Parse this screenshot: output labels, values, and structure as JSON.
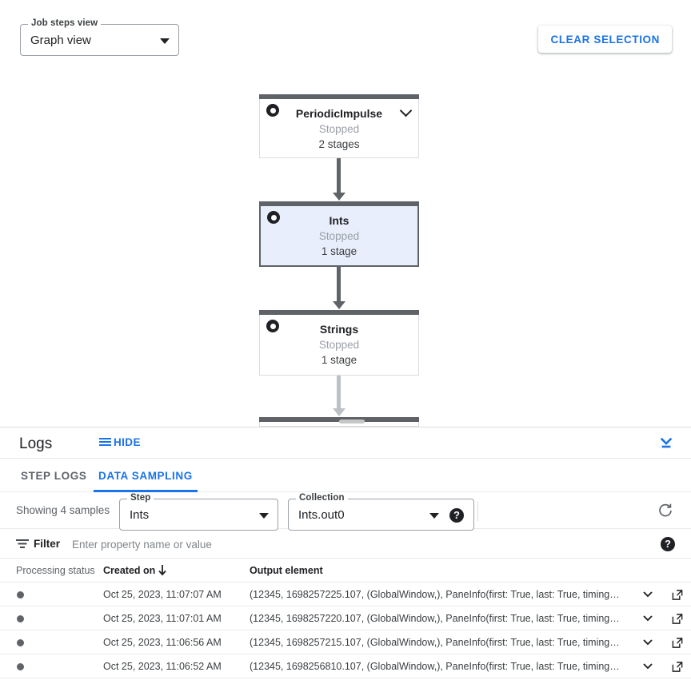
{
  "graph": {
    "job_steps_view": {
      "label": "Job steps view",
      "value": "Graph view"
    },
    "clear_selection_label": "CLEAR SELECTION",
    "nodes": [
      {
        "name": "PeriodicImpulse",
        "status": "Stopped",
        "stages": "2 stages",
        "selected": false,
        "has_chevron": true
      },
      {
        "name": "Ints",
        "status": "Stopped",
        "stages": "1 stage",
        "selected": true,
        "has_chevron": false
      },
      {
        "name": "Strings",
        "status": "Stopped",
        "stages": "1 stage",
        "selected": false,
        "has_chevron": false
      }
    ]
  },
  "logs": {
    "title": "Logs",
    "hide_label": "HIDE",
    "tabs": [
      {
        "label": "STEP LOGS",
        "active": false
      },
      {
        "label": "DATA SAMPLING",
        "active": true
      }
    ],
    "sampling": {
      "showing": "Showing 4 samples",
      "step": {
        "label": "Step",
        "value": "Ints"
      },
      "collection": {
        "label": "Collection",
        "value": "Ints.out0"
      },
      "help_glyph": "?"
    },
    "filter": {
      "label": "Filter",
      "placeholder": "Enter property name or value",
      "value": "",
      "help_glyph": "?"
    },
    "table": {
      "columns": [
        "Processing status",
        "Created on",
        "Output element"
      ],
      "sorted_column": "Created on",
      "sort_direction": "desc",
      "rows": [
        {
          "created_on": "Oct 25, 2023, 11:07:07 AM",
          "output_element": "(12345, 1698257225.107, (GlobalWindow,), PaneInfo(first: True, last: True, timing…"
        },
        {
          "created_on": "Oct 25, 2023, 11:07:01 AM",
          "output_element": "(12345, 1698257220.107, (GlobalWindow,), PaneInfo(first: True, last: True, timing…"
        },
        {
          "created_on": "Oct 25, 2023, 11:06:56 AM",
          "output_element": "(12345, 1698257215.107, (GlobalWindow,), PaneInfo(first: True, last: True, timing…"
        },
        {
          "created_on": "Oct 25, 2023, 11:06:52 AM",
          "output_element": "(12345, 1698256810.107, (GlobalWindow,), PaneInfo(first: True, last: True, timing…"
        }
      ]
    }
  },
  "colors": {
    "accent_blue": "#1a73e8",
    "node_bar": "#5f6368",
    "node_selected_bg": "#e8eefb",
    "connector_light": "#bdc1c6"
  }
}
